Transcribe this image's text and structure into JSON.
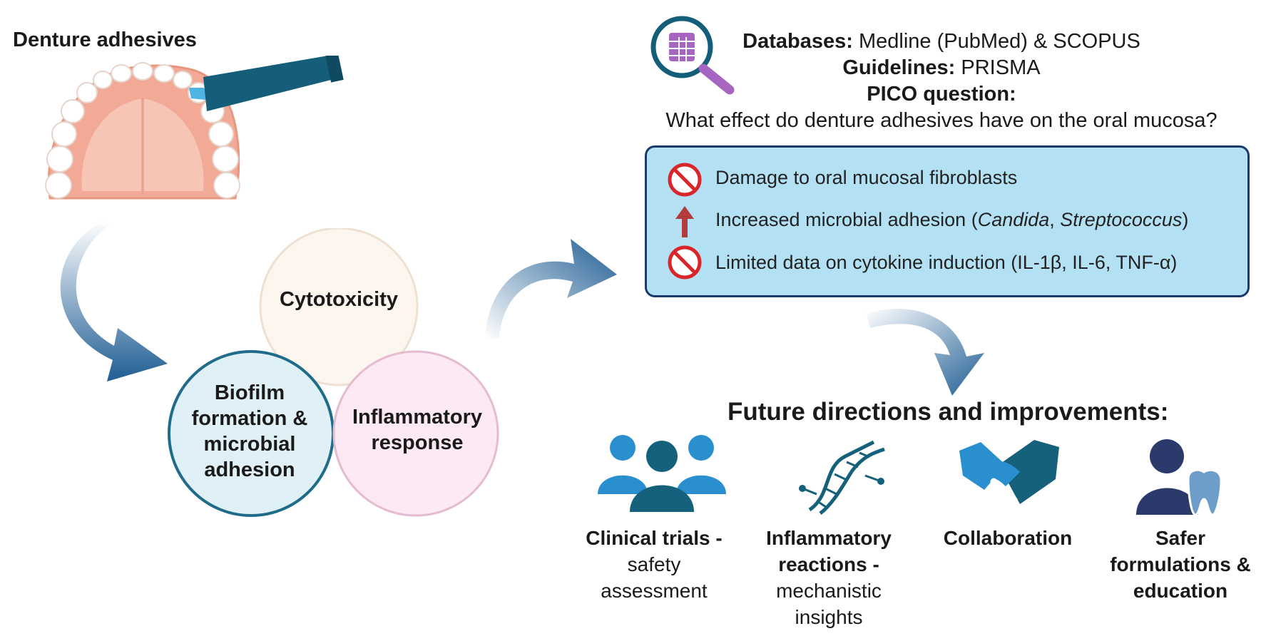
{
  "title": "Denture adhesives",
  "search": {
    "databases_label": "Databases:",
    "databases_value": "Medline (PubMed) & SCOPUS",
    "guidelines_label": "Guidelines:",
    "guidelines_value": "PRISMA",
    "pico_label": "PICO question:",
    "pico_question": "What effect do denture adhesives have on the oral mucosa?"
  },
  "findings": [
    {
      "icon": "prohibited-icon",
      "text": "Damage to oral mucosal fibroblasts"
    },
    {
      "icon": "up-arrow-icon",
      "text_before": "Increased microbial adhesion (",
      "italic1": "Candida",
      "sep": ", ",
      "italic2": "Streptococcus",
      "text_after": ")"
    },
    {
      "icon": "prohibited-icon",
      "text": "Limited data on cytokine induction (IL-1β, IL-6, TNF-α)"
    }
  ],
  "effects": {
    "cytotoxicity": "Cytotoxicity",
    "biofilm": [
      "Biofilm",
      "formation &",
      "microbial",
      "adhesion"
    ],
    "inflammatory": [
      "Inflammatory",
      "response"
    ]
  },
  "future": {
    "heading": "Future directions and improvements:",
    "items": [
      {
        "icon": "people-group-icon",
        "head": [
          "Clinical trials -"
        ],
        "body": [
          "safety",
          "assessment"
        ]
      },
      {
        "icon": "dna-icon",
        "head": [
          "Inflammatory",
          "reactions -"
        ],
        "body": [
          "mechanistic",
          "insights"
        ]
      },
      {
        "icon": "handshake-icon",
        "head": [
          "Collaboration"
        ],
        "body": []
      },
      {
        "icon": "dentist-tooth-icon",
        "head": [
          "Safer",
          "formulations &",
          "education"
        ],
        "body": []
      }
    ]
  },
  "colors": {
    "findings_box": "#b3e0f2",
    "box_border": "#1a3a6e",
    "arrow": "#1f5d93",
    "cytotoxicity_fill": "#fdf6ef",
    "biofilm_fill": "#dff1f6",
    "inflammatory_fill": "#fce9f3",
    "prohibited": "#d9262b",
    "up_arrow": "#b23a3a",
    "icon_blue": "#2a8fcf",
    "icon_teal": "#15607a",
    "icon_navy": "#2b3a6b"
  }
}
